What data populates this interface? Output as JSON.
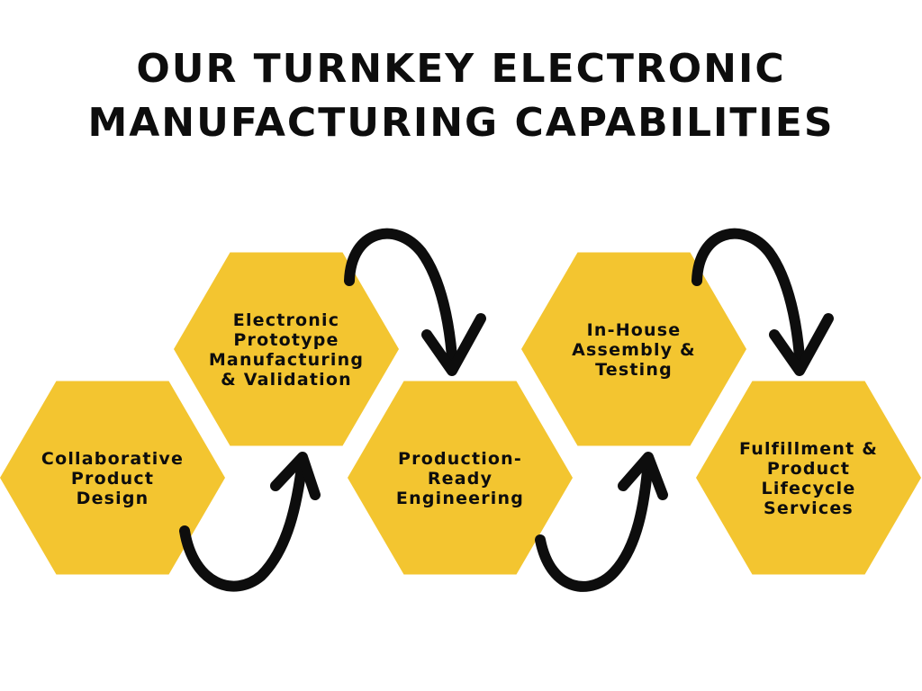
{
  "title": {
    "line1": "OUR TURNKEY ELECTRONIC",
    "line2": "MANUFACTURING CAPABILITIES"
  },
  "steps": [
    {
      "id": "collaborative-product-design",
      "lines": [
        "Collaborative",
        "Product",
        "Design"
      ]
    },
    {
      "id": "electronic-prototype",
      "lines": [
        "Electronic",
        "Prototype",
        "Manufacturing",
        "& Validation"
      ]
    },
    {
      "id": "production-ready-engineering",
      "lines": [
        "Production-",
        "Ready",
        "Engineering"
      ]
    },
    {
      "id": "in-house-assembly",
      "lines": [
        "In-House",
        "Assembly &",
        "Testing"
      ]
    },
    {
      "id": "fulfillment-lifecycle",
      "lines": [
        "Fulfillment &",
        "Product",
        "Lifecycle",
        "Services"
      ]
    }
  ],
  "colors": {
    "hexagon": "#f3c530",
    "arrow": "#0d0d0d",
    "text": "#0d0d0d",
    "background": "#ffffff"
  },
  "flow": "left-to-right, alternating low and high steps connected by curved arrows"
}
